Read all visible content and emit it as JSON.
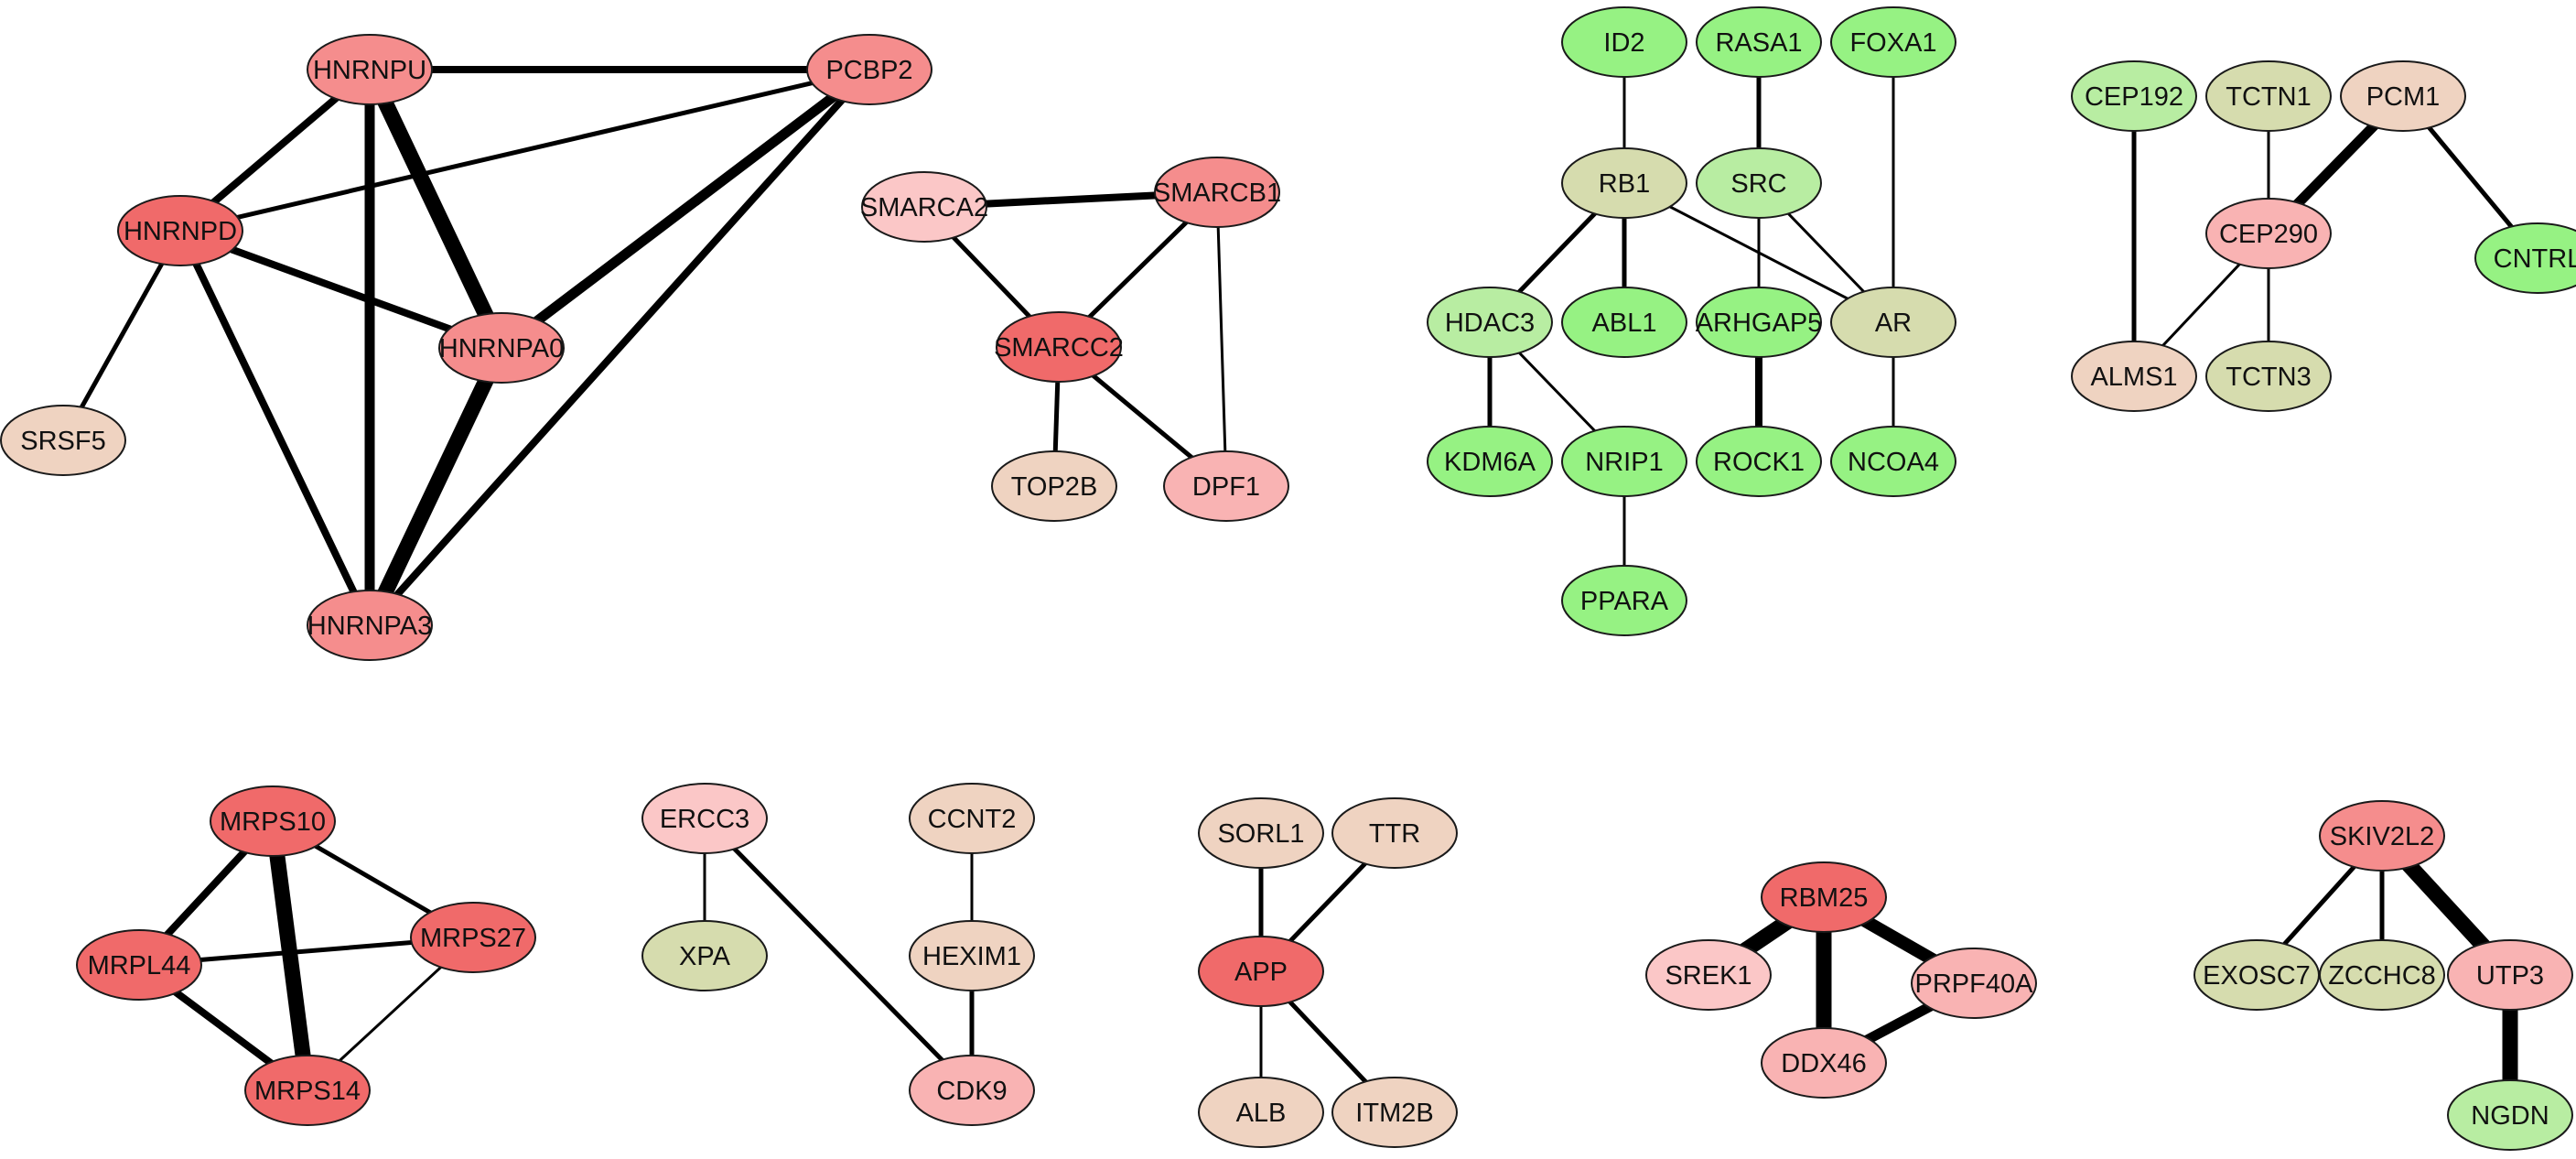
{
  "colors": {
    "edge": "#000000",
    "node_stroke": "#1a1a1a",
    "red_strong": "#f06a6a",
    "red": "#f58d8d",
    "pink": "#f9b3b3",
    "pink_light": "#fbc7c7",
    "beige": "#efd3c1",
    "olive": "#d6dcae",
    "green_light": "#b8eda2",
    "green": "#96f283"
  },
  "nodes": [
    {
      "id": "HNRNPU",
      "label": "HNRNPU",
      "color": "red"
    },
    {
      "id": "PCBP2",
      "label": "PCBP2",
      "color": "red"
    },
    {
      "id": "HNRNPD",
      "label": "HNRNPD",
      "color": "red_strong"
    },
    {
      "id": "HNRNPA0",
      "label": "HNRNPA0",
      "color": "red"
    },
    {
      "id": "SRSF5",
      "label": "SRSF5",
      "color": "beige"
    },
    {
      "id": "HNRNPA3",
      "label": "HNRNPA3",
      "color": "red"
    },
    {
      "id": "SMARCA2",
      "label": "SMARCA2",
      "color": "pink_light"
    },
    {
      "id": "SMARCB1",
      "label": "SMARCB1",
      "color": "red"
    },
    {
      "id": "SMARCC2",
      "label": "SMARCC2",
      "color": "red_strong"
    },
    {
      "id": "TOP2B",
      "label": "TOP2B",
      "color": "beige"
    },
    {
      "id": "DPF1",
      "label": "DPF1",
      "color": "pink"
    },
    {
      "id": "ID2",
      "label": "ID2",
      "color": "green"
    },
    {
      "id": "RASA1",
      "label": "RASA1",
      "color": "green"
    },
    {
      "id": "FOXA1",
      "label": "FOXA1",
      "color": "green"
    },
    {
      "id": "RB1",
      "label": "RB1",
      "color": "olive"
    },
    {
      "id": "SRC",
      "label": "SRC",
      "color": "green_light"
    },
    {
      "id": "HDAC3",
      "label": "HDAC3",
      "color": "green_light"
    },
    {
      "id": "ABL1",
      "label": "ABL1",
      "color": "green"
    },
    {
      "id": "ARHGAP5",
      "label": "ARHGAP5",
      "color": "green"
    },
    {
      "id": "AR",
      "label": "AR",
      "color": "olive"
    },
    {
      "id": "KDM6A",
      "label": "KDM6A",
      "color": "green"
    },
    {
      "id": "NRIP1",
      "label": "NRIP1",
      "color": "green"
    },
    {
      "id": "ROCK1",
      "label": "ROCK1",
      "color": "green"
    },
    {
      "id": "NCOA4",
      "label": "NCOA4",
      "color": "green"
    },
    {
      "id": "PPARA",
      "label": "PPARA",
      "color": "green"
    },
    {
      "id": "CEP192",
      "label": "CEP192",
      "color": "green_light"
    },
    {
      "id": "TCTN1",
      "label": "TCTN1",
      "color": "olive"
    },
    {
      "id": "PCM1",
      "label": "PCM1",
      "color": "beige"
    },
    {
      "id": "CEP290",
      "label": "CEP290",
      "color": "pink"
    },
    {
      "id": "CNTRL",
      "label": "CNTRL",
      "color": "green"
    },
    {
      "id": "ALMS1",
      "label": "ALMS1",
      "color": "beige"
    },
    {
      "id": "TCTN3",
      "label": "TCTN3",
      "color": "olive"
    },
    {
      "id": "MRPS10",
      "label": "MRPS10",
      "color": "red_strong"
    },
    {
      "id": "MRPL44",
      "label": "MRPL44",
      "color": "red_strong"
    },
    {
      "id": "MRPS27",
      "label": "MRPS27",
      "color": "red_strong"
    },
    {
      "id": "MRPS14",
      "label": "MRPS14",
      "color": "red_strong"
    },
    {
      "id": "ERCC3",
      "label": "ERCC3",
      "color": "pink_light"
    },
    {
      "id": "XPA",
      "label": "XPA",
      "color": "olive"
    },
    {
      "id": "CCNT2",
      "label": "CCNT2",
      "color": "beige"
    },
    {
      "id": "HEXIM1",
      "label": "HEXIM1",
      "color": "beige"
    },
    {
      "id": "CDK9",
      "label": "CDK9",
      "color": "pink"
    },
    {
      "id": "SORL1",
      "label": "SORL1",
      "color": "beige"
    },
    {
      "id": "TTR",
      "label": "TTR",
      "color": "beige"
    },
    {
      "id": "APP",
      "label": "APP",
      "color": "red_strong"
    },
    {
      "id": "ALB",
      "label": "ALB",
      "color": "beige"
    },
    {
      "id": "ITM2B",
      "label": "ITM2B",
      "color": "beige"
    },
    {
      "id": "RBM25",
      "label": "RBM25",
      "color": "red_strong"
    },
    {
      "id": "SREK1",
      "label": "SREK1",
      "color": "pink_light"
    },
    {
      "id": "PRPF40A",
      "label": "PRPF40A",
      "color": "pink"
    },
    {
      "id": "DDX46",
      "label": "DDX46",
      "color": "pink"
    },
    {
      "id": "SKIV2L2",
      "label": "SKIV2L2",
      "color": "red"
    },
    {
      "id": "EXOSC7",
      "label": "EXOSC7",
      "color": "olive"
    },
    {
      "id": "ZCCHC8",
      "label": "ZCCHC8",
      "color": "olive"
    },
    {
      "id": "UTP3",
      "label": "UTP3",
      "color": "pink"
    },
    {
      "id": "NGDN",
      "label": "NGDN",
      "color": "green_light"
    }
  ],
  "edges": [
    {
      "source": "HNRNPU",
      "target": "PCBP2",
      "weight": 3
    },
    {
      "source": "HNRNPU",
      "target": "HNRNPD",
      "weight": 3
    },
    {
      "source": "HNRNPU",
      "target": "HNRNPA0",
      "weight": 6
    },
    {
      "source": "HNRNPU",
      "target": "HNRNPA3",
      "weight": 4
    },
    {
      "source": "PCBP2",
      "target": "HNRNPD",
      "weight": 2
    },
    {
      "source": "PCBP2",
      "target": "HNRNPA0",
      "weight": 4
    },
    {
      "source": "PCBP2",
      "target": "HNRNPA3",
      "weight": 3
    },
    {
      "source": "HNRNPD",
      "target": "HNRNPA0",
      "weight": 3
    },
    {
      "source": "HNRNPD",
      "target": "HNRNPA3",
      "weight": 3
    },
    {
      "source": "HNRNPD",
      "target": "SRSF5",
      "weight": 2
    },
    {
      "source": "HNRNPA0",
      "target": "HNRNPA3",
      "weight": 6
    },
    {
      "source": "SMARCA2",
      "target": "SMARCB1",
      "weight": 3
    },
    {
      "source": "SMARCA2",
      "target": "SMARCC2",
      "weight": 2
    },
    {
      "source": "SMARCB1",
      "target": "SMARCC2",
      "weight": 2
    },
    {
      "source": "SMARCB1",
      "target": "DPF1",
      "weight": 1
    },
    {
      "source": "SMARCC2",
      "target": "TOP2B",
      "weight": 2
    },
    {
      "source": "SMARCC2",
      "target": "DPF1",
      "weight": 2
    },
    {
      "source": "ID2",
      "target": "RB1",
      "weight": 1
    },
    {
      "source": "RASA1",
      "target": "SRC",
      "weight": 2
    },
    {
      "source": "FOXA1",
      "target": "AR",
      "weight": 1
    },
    {
      "source": "RB1",
      "target": "HDAC3",
      "weight": 2
    },
    {
      "source": "RB1",
      "target": "ABL1",
      "weight": 2
    },
    {
      "source": "RB1",
      "target": "AR",
      "weight": 1
    },
    {
      "source": "SRC",
      "target": "ARHGAP5",
      "weight": 1
    },
    {
      "source": "SRC",
      "target": "AR",
      "weight": 1
    },
    {
      "source": "HDAC3",
      "target": "KDM6A",
      "weight": 2
    },
    {
      "source": "HDAC3",
      "target": "NRIP1",
      "weight": 1
    },
    {
      "source": "ARHGAP5",
      "target": "ROCK1",
      "weight": 3
    },
    {
      "source": "AR",
      "target": "NCOA4",
      "weight": 1
    },
    {
      "source": "NRIP1",
      "target": "PPARA",
      "weight": 1
    },
    {
      "source": "CEP192",
      "target": "ALMS1",
      "weight": 2
    },
    {
      "source": "TCTN1",
      "target": "CEP290",
      "weight": 1
    },
    {
      "source": "PCM1",
      "target": "CEP290",
      "weight": 4
    },
    {
      "source": "PCM1",
      "target": "CNTRL",
      "weight": 2
    },
    {
      "source": "CEP290",
      "target": "ALMS1",
      "weight": 1
    },
    {
      "source": "CEP290",
      "target": "TCTN3",
      "weight": 1
    },
    {
      "source": "MRPS10",
      "target": "MRPL44",
      "weight": 3
    },
    {
      "source": "MRPS10",
      "target": "MRPS27",
      "weight": 2
    },
    {
      "source": "MRPS10",
      "target": "MRPS14",
      "weight": 6
    },
    {
      "source": "MRPL44",
      "target": "MRPS27",
      "weight": 2
    },
    {
      "source": "MRPL44",
      "target": "MRPS14",
      "weight": 3
    },
    {
      "source": "MRPS27",
      "target": "MRPS14",
      "weight": 1
    },
    {
      "source": "ERCC3",
      "target": "XPA",
      "weight": 1
    },
    {
      "source": "ERCC3",
      "target": "CDK9",
      "weight": 2
    },
    {
      "source": "CCNT2",
      "target": "HEXIM1",
      "weight": 1
    },
    {
      "source": "HEXIM1",
      "target": "CDK9",
      "weight": 2
    },
    {
      "source": "SORL1",
      "target": "APP",
      "weight": 2
    },
    {
      "source": "TTR",
      "target": "APP",
      "weight": 2
    },
    {
      "source": "APP",
      "target": "ALB",
      "weight": 1
    },
    {
      "source": "APP",
      "target": "ITM2B",
      "weight": 2
    },
    {
      "source": "RBM25",
      "target": "SREK1",
      "weight": 6
    },
    {
      "source": "RBM25",
      "target": "PRPF40A",
      "weight": 5
    },
    {
      "source": "RBM25",
      "target": "DDX46",
      "weight": 6
    },
    {
      "source": "DDX46",
      "target": "PRPF40A",
      "weight": 4
    },
    {
      "source": "SKIV2L2",
      "target": "EXOSC7",
      "weight": 2
    },
    {
      "source": "SKIV2L2",
      "target": "ZCCHC8",
      "weight": 2
    },
    {
      "source": "SKIV2L2",
      "target": "UTP3",
      "weight": 6
    },
    {
      "source": "UTP3",
      "target": "NGDN",
      "weight": 6
    }
  ]
}
